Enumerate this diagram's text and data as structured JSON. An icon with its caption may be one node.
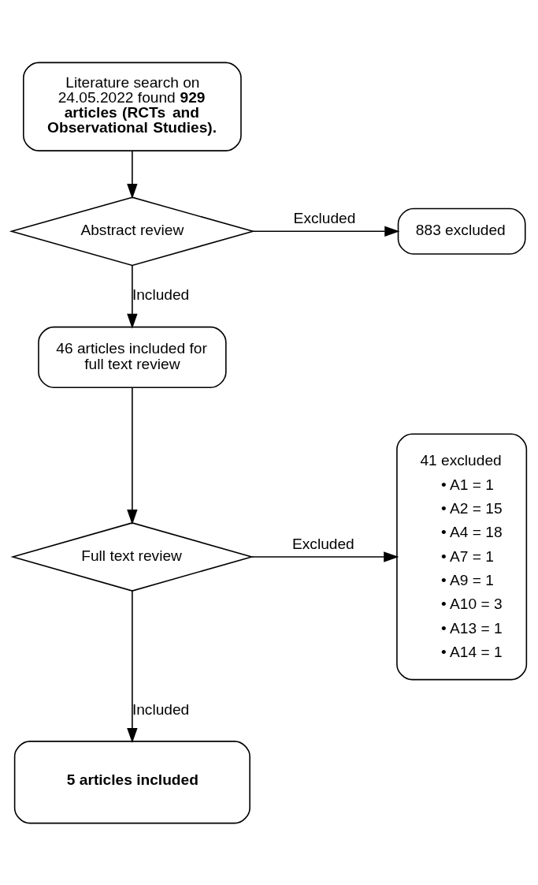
{
  "diagram": {
    "nodes": [
      {
        "text": [
          "Literature search on 24.05.2022 found **929 articles (RCTs and Observational Studies).**"
        ]
      },
      {
        "text": [
          "Abstract review"
        ]
      },
      {
        "text": [
          "883 excluded"
        ]
      },
      {
        "text": [
          "46 articles included for full text review"
        ]
      },
      {
        "text": [
          "Full text review"
        ]
      },
      {
        "text": [
          "41 excluded",
          "• A1 = 1",
          "• A2 = 15",
          "• A4 = 18",
          "• A7 = 1",
          "• A9 = 1",
          "• A10 = 3",
          "• A13 = 1",
          "• A14 = 1"
        ]
      },
      {
        "text": [
          "5 articles included"
        ]
      }
    ],
    "edges": [
      {
        "from": 0,
        "to": 1,
        "arrow": "to"
      },
      {
        "from": 1,
        "to": 2,
        "arrow": "to",
        "label": "Excluded"
      },
      {
        "from": 1,
        "to": 3,
        "arrow": "to",
        "label": "Included"
      },
      {
        "from": 3,
        "to": 4,
        "arrow": "to"
      },
      {
        "from": 4,
        "to": 5,
        "arrow": "to",
        "label": "Excluded"
      },
      {
        "from": 4,
        "to": 6,
        "arrow": "to",
        "label": "Included"
      }
    ]
  }
}
